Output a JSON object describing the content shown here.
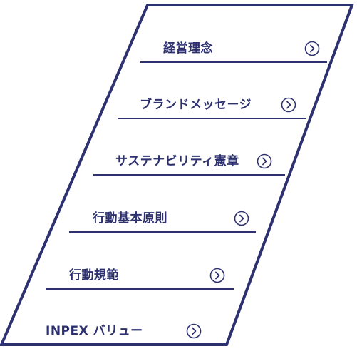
{
  "theme": {
    "accent": "#2e3170",
    "background": "#ffffff"
  },
  "menu": {
    "items": [
      {
        "label": "経営理念",
        "icon": "chevron-right-circle-icon"
      },
      {
        "label": "ブランドメッセージ",
        "icon": "chevron-right-circle-icon"
      },
      {
        "label": "サステナビリティ憲章",
        "icon": "chevron-right-circle-icon"
      },
      {
        "label": "行動基本原則",
        "icon": "chevron-right-circle-icon"
      },
      {
        "label": "行動規範",
        "icon": "chevron-right-circle-icon"
      },
      {
        "label": "INPEX バリュー",
        "icon": "chevron-right-circle-icon"
      }
    ]
  }
}
